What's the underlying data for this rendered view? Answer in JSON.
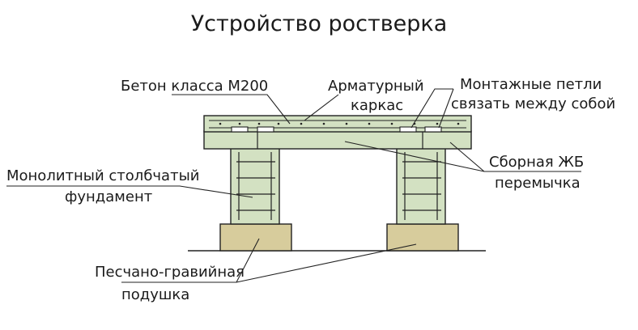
{
  "title": "Устройство ростверка",
  "labels": {
    "concrete": "Бетон класса М200",
    "rebar_line1": "Арматурный",
    "rebar_line2": "каркас",
    "loops_line1": "Монтажные петли",
    "loops_line2": "связать между собой",
    "column_line1": "Монолитный столбчатый",
    "column_line2": "фундамент",
    "lintel_line1": "Сборная ЖБ",
    "lintel_line2": "перемычка",
    "cushion_line1": "Песчано-гравийная",
    "cushion_line2": "подушка"
  },
  "colors": {
    "concrete_fill": "#d3e1c2",
    "cushion_fill": "#d7cc9c",
    "outline": "#222222",
    "text": "#1b1b1b"
  }
}
